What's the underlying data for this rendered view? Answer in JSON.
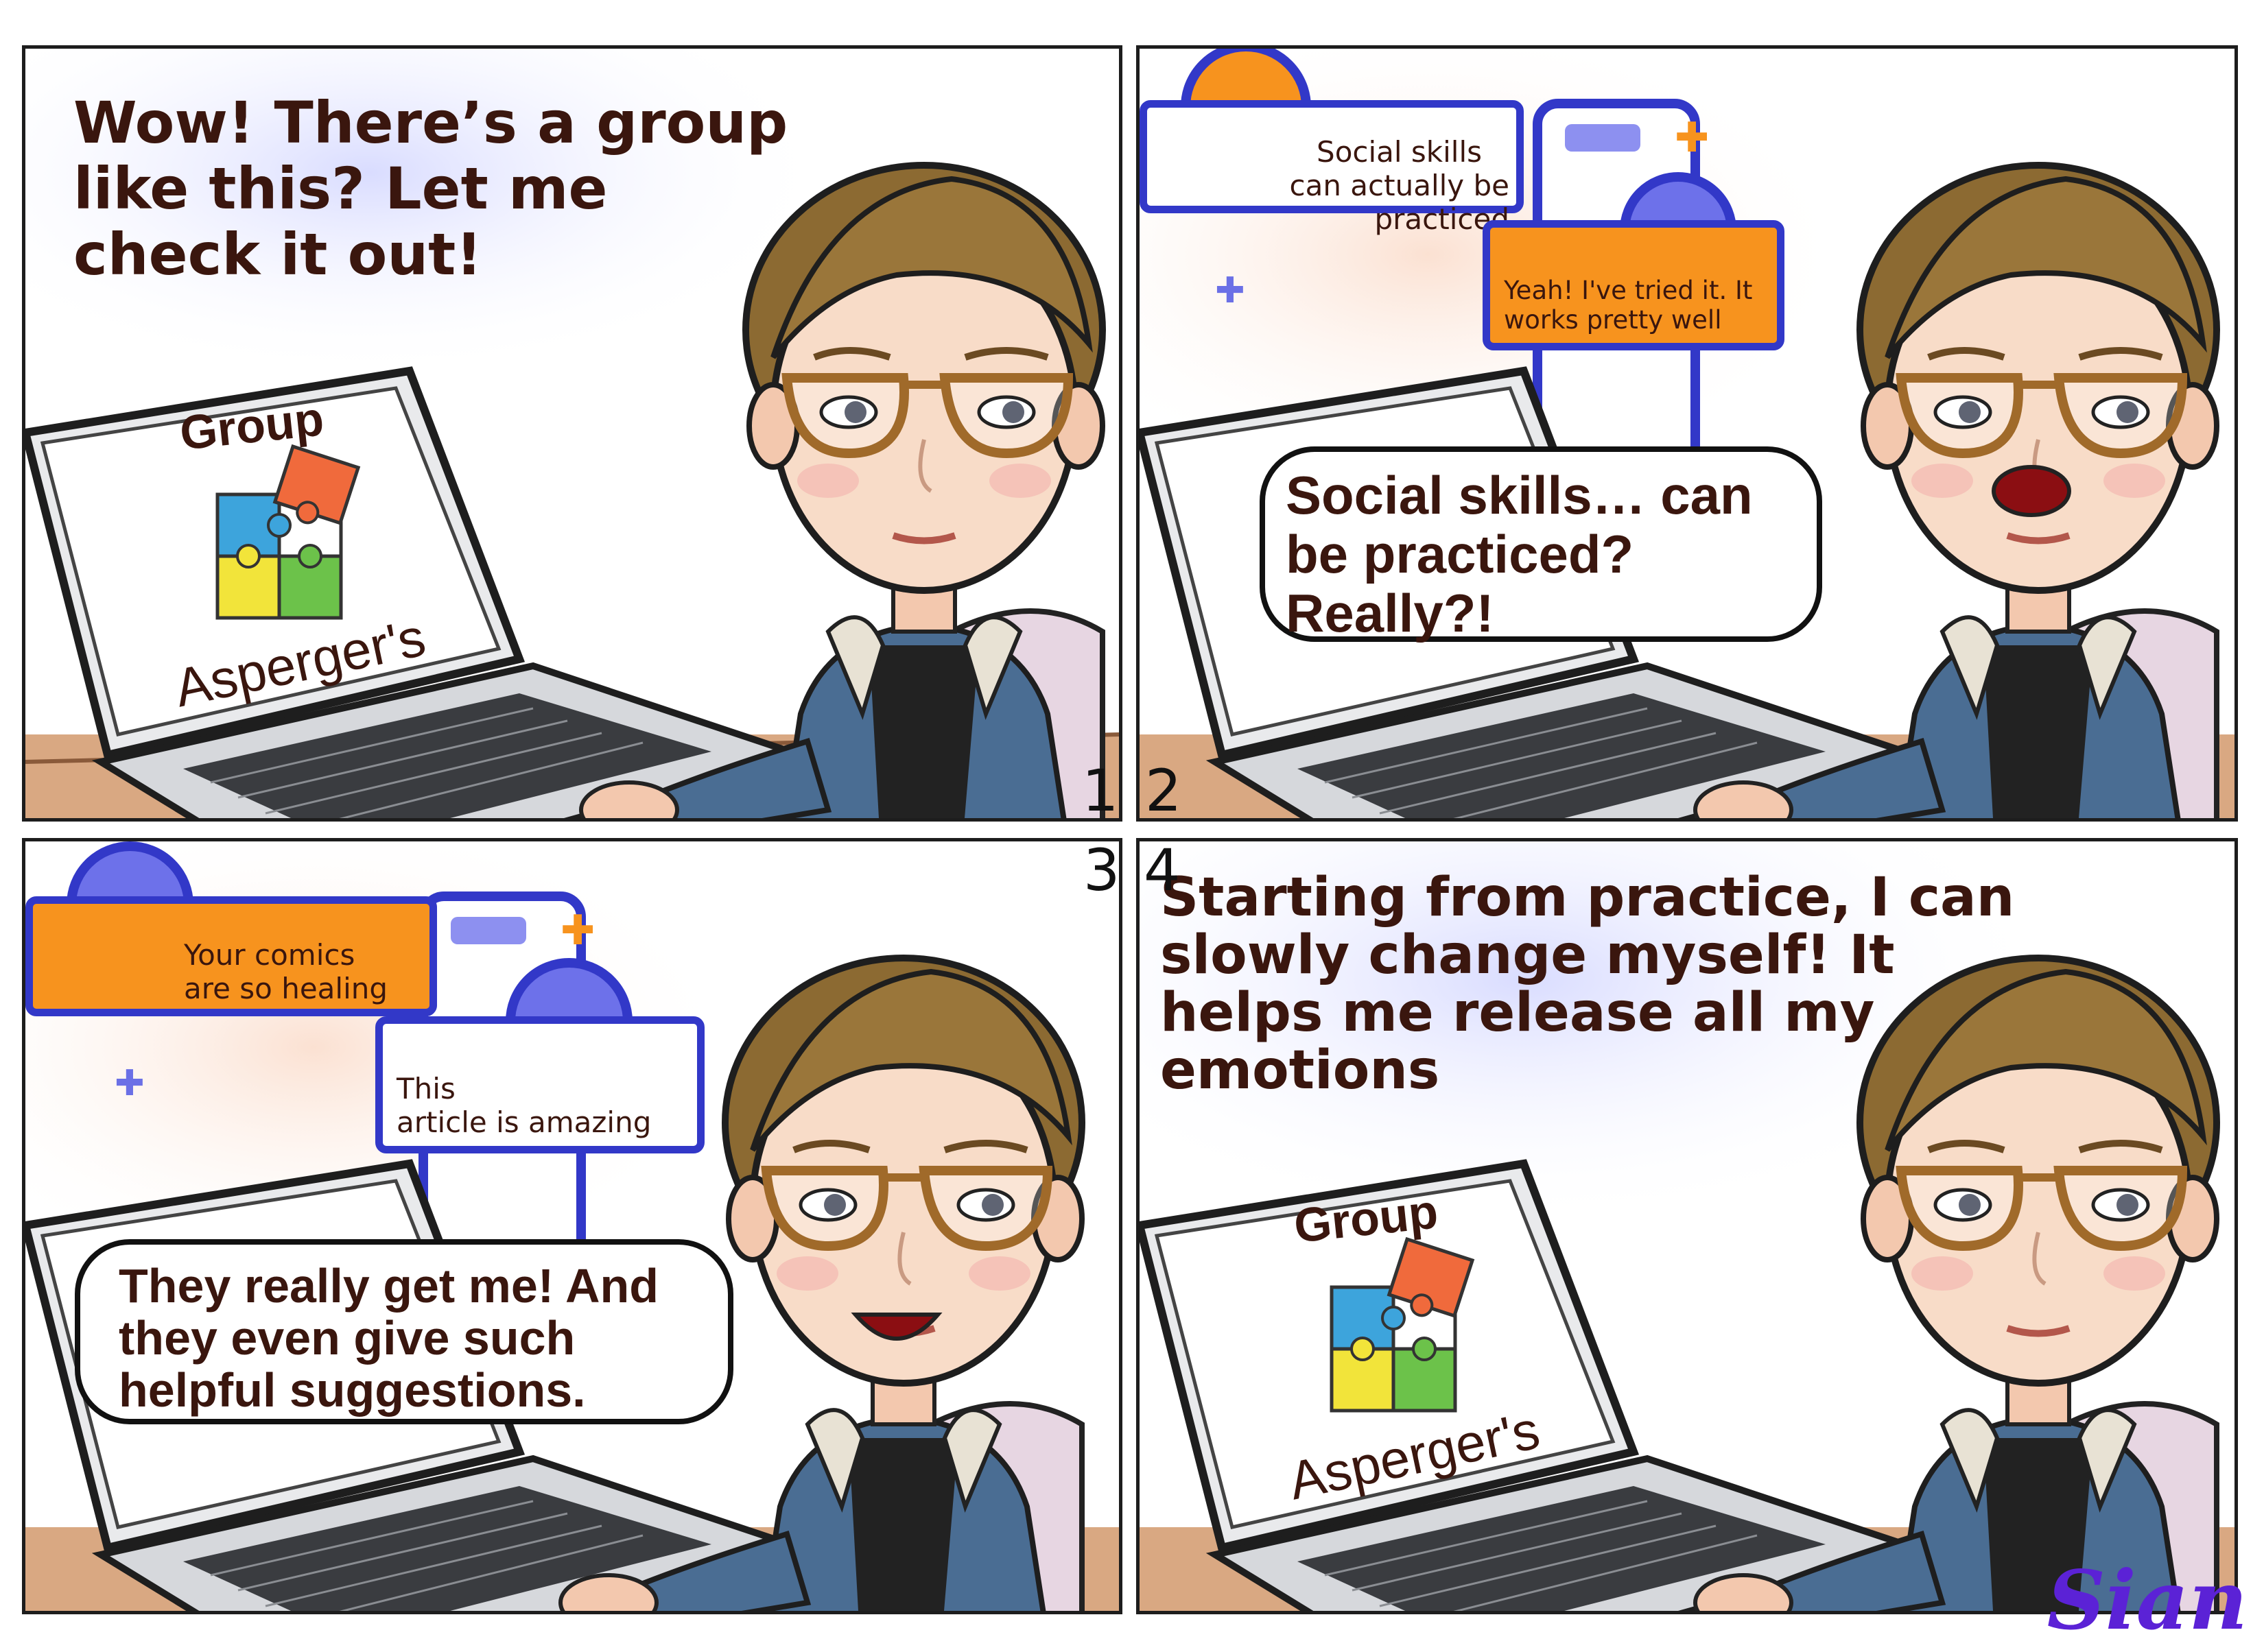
{
  "panels": [
    {
      "number": "1",
      "caption": [
        "Wow! There’s a group",
        "like this? Let me",
        "check it out!"
      ],
      "screen": {
        "title": "Group",
        "subtitle": "Asperger's"
      }
    },
    {
      "number": "2",
      "chat_white": [
        "Social skills",
        "can actually be practiced"
      ],
      "chat_orange": [
        "Yeah! I've tried it. It",
        "works pretty well"
      ],
      "speech": [
        "Social skills… can",
        "be practiced?",
        "Really?!"
      ]
    },
    {
      "number": "3",
      "chat_orange": [
        "Your comics",
        "are so healing"
      ],
      "chat_white": [
        "This",
        "article is amazing"
      ],
      "speech": [
        "They really get me! And",
        "they even give such",
        "helpful suggestions."
      ]
    },
    {
      "number": "4",
      "caption": [
        "Starting from practice, I can",
        "slowly change myself! It",
        "helps me release all my",
        "emotions"
      ],
      "screen": {
        "title": "Group",
        "subtitle": "Asperger's"
      }
    }
  ],
  "signature": "Sian",
  "colors": {
    "ink": "#3a160e",
    "chat_border": "#3238c8",
    "chat_orange": "#f7931e",
    "caption_glow": "#d9dcff",
    "signature": "#5b22d6"
  }
}
